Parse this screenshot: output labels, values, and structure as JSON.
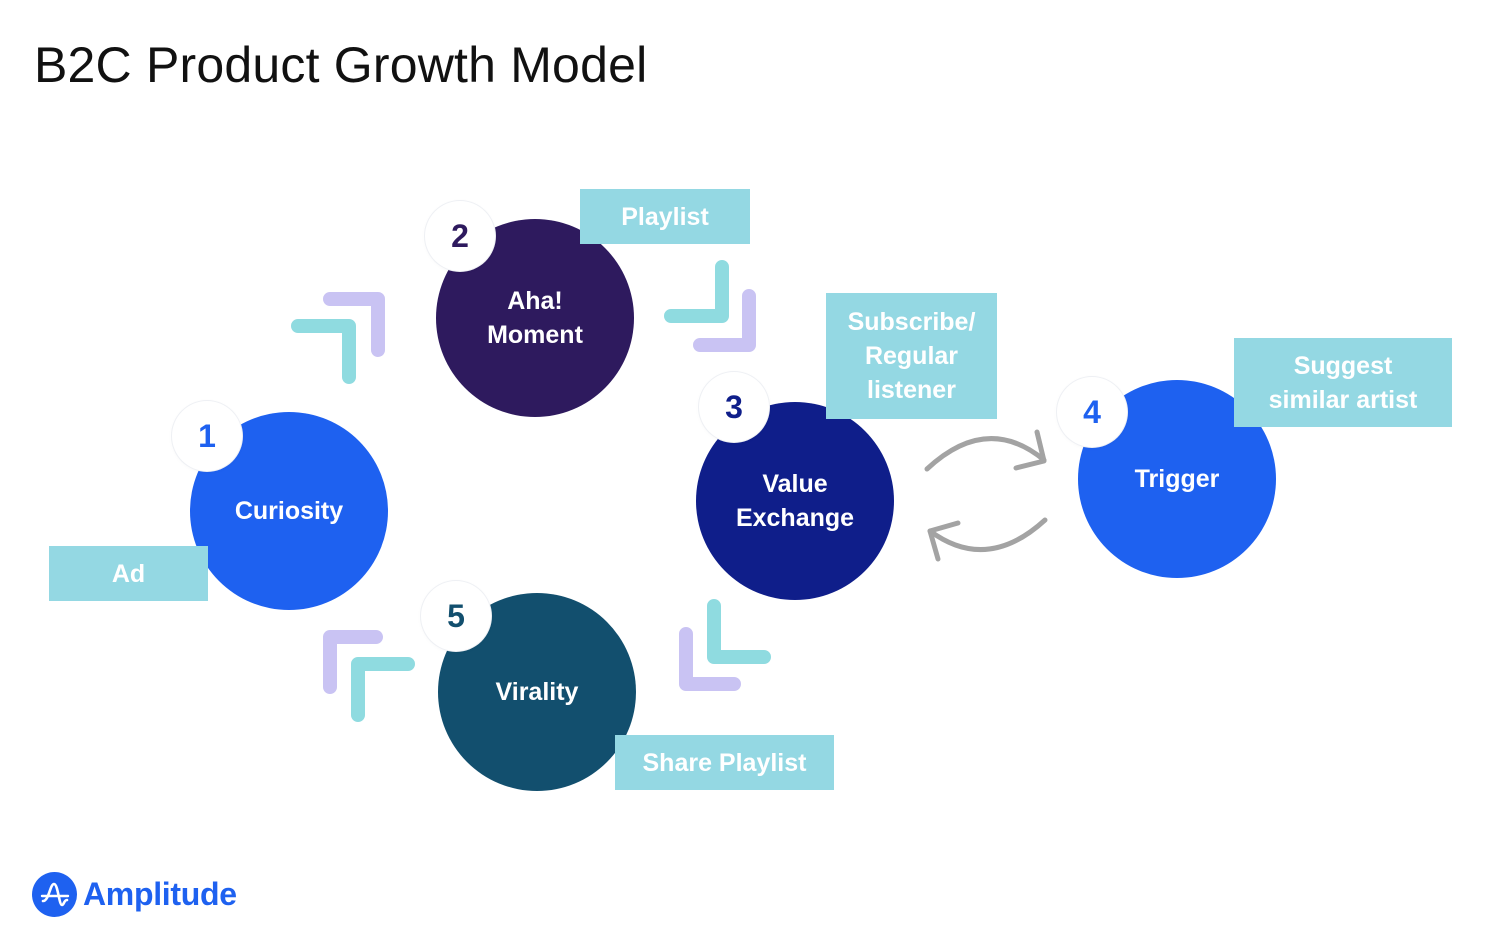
{
  "title": "B2C Product Growth Model",
  "nodes": [
    {
      "number": "1",
      "label": "Curiosity",
      "color": "#1e61f0",
      "number_color": "#1e61f0"
    },
    {
      "number": "2",
      "label": "Aha!\nMoment",
      "color": "#2e1a5e",
      "number_color": "#2e1a5e"
    },
    {
      "number": "3",
      "label": "Value\nExchange",
      "color": "#0f1e8a",
      "number_color": "#0f1e8a"
    },
    {
      "number": "4",
      "label": "Trigger",
      "color": "#1e61f0",
      "number_color": "#1e61f0"
    },
    {
      "number": "5",
      "label": "Virality",
      "color": "#124f6e",
      "number_color": "#124f6e"
    }
  ],
  "tags": {
    "ad": "Ad",
    "playlist": "Playlist",
    "subscribe": "Subscribe/\nRegular\nlistener",
    "suggest": "Suggest\nsimilar artist",
    "share": "Share Playlist"
  },
  "colors": {
    "tag": "#94d8e3",
    "arrow_teal": "#8fdbe0",
    "arrow_lavender": "#c9c3f3",
    "cycle_arrow": "#a3a3a3"
  },
  "icons": {
    "logo_mark": "amplitude-logo-icon"
  },
  "brand": {
    "name": "Amplitude"
  }
}
